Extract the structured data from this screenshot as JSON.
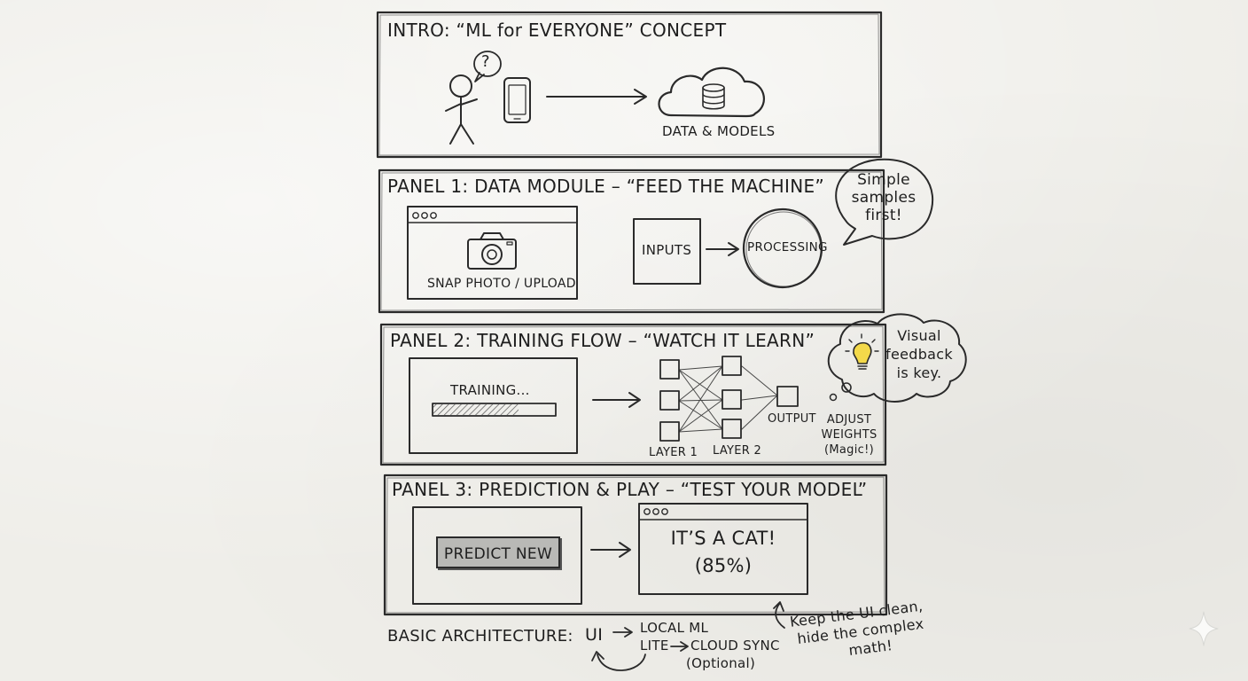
{
  "intro": {
    "title": "INTRO: “ML for EVERYONE” CONCEPT",
    "speech": "?",
    "cloud_label": "DATA & MODELS"
  },
  "panel1": {
    "title": "PANEL 1: DATA MODULE – “FEED THE MACHINE”",
    "upload_label": "SNAP PHOTO / UPLOAD",
    "inputs_label": "INPUTS",
    "processing_label": "PROCESSING",
    "note_lines": [
      "Simple",
      "samples",
      "first!"
    ]
  },
  "panel2": {
    "title": "PANEL 2: TRAINING FLOW – “WATCH IT LEARN”",
    "training_label": "TRAINING...",
    "progress": 0.7,
    "layer1_label": "LAYER 1",
    "layer2_label": "LAYER 2",
    "output_label": "OUTPUT",
    "adjust_lines": [
      "ADJUST",
      "WEIGHTS",
      "(Magic!)"
    ],
    "thought_lines": [
      "Visual",
      "feedback",
      "is key."
    ]
  },
  "panel3": {
    "title": "PANEL 3: PREDICTION & PLAY – “TEST YOUR MODEL”",
    "predict_button": "PREDICT NEW",
    "result_line1": "IT’S A CAT!",
    "result_line2": "(85%)"
  },
  "architecture": {
    "label": "BASIC ARCHITECTURE:",
    "ui": "UI",
    "local_ml": "LOCAL ML",
    "lite": "LITE",
    "cloud_sync": "CLOUD SYNC",
    "optional": "(Optional)",
    "note_lines": [
      "Keep the UI clean,",
      "hide the complex",
      "math!"
    ]
  },
  "icons": {
    "person": "stick-figure-icon",
    "phone": "smartphone-icon",
    "cloud": "cloud-database-icon",
    "camera": "camera-icon",
    "lightbulb": "lightbulb-icon",
    "sparkle": "sparkle-icon"
  },
  "colors": {
    "paper": "#efeee9",
    "ink": "#1f1f1f",
    "button_fill": "#b9b9b6",
    "bulb": "#f3d94a"
  }
}
